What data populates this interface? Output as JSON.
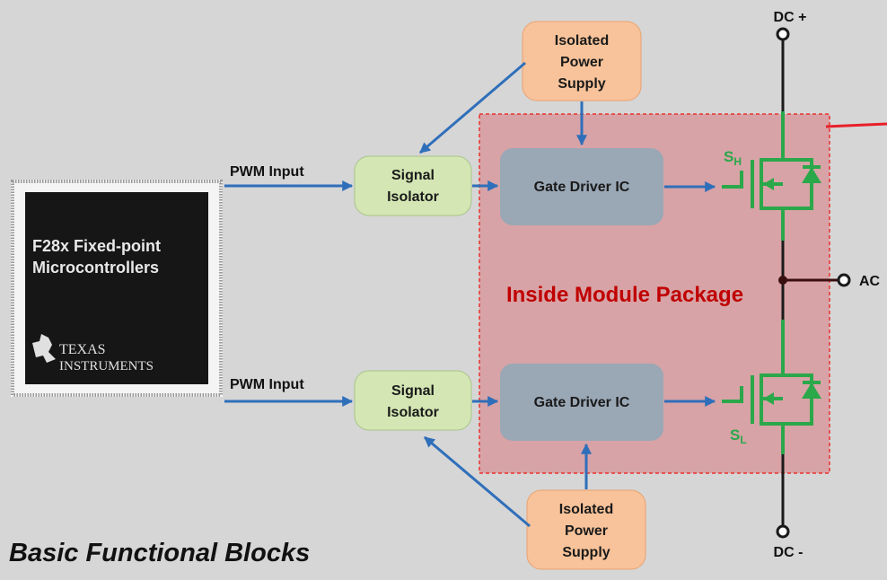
{
  "colors": {
    "background": "#d6d6d6",
    "module_fill": "#d7a3a6",
    "module_border": "#e8322f",
    "module_label": "#c00000",
    "arrow": "#2f6fba",
    "isolator_fill": "#d3e6b3",
    "power_fill": "#f8c39a",
    "gate_fill": "#9aa7b5",
    "mosfet": "#2aa84a",
    "wire": "#1a1a1a",
    "ac_wire": "#3a0f0f",
    "red_wire": "#e8202a"
  },
  "chip": {
    "line1": "F28x Fixed-point",
    "line2": "Microcontrollers",
    "brand_line1": "TEXAS",
    "brand_line2": "INSTRUMENTS",
    "logo": "texas-instruments-logo"
  },
  "labels": {
    "pwm_top": "PWM Input",
    "pwm_bottom": "PWM Input",
    "isolator_top": [
      "Signal",
      "Isolator"
    ],
    "isolator_bottom": [
      "Signal",
      "Isolator"
    ],
    "gate_top": "Gate Driver IC",
    "gate_bottom": "Gate Driver IC",
    "power_top": [
      "Isolated",
      "Power",
      "Supply"
    ],
    "power_bottom": [
      "Isolated",
      "Power",
      "Supply"
    ],
    "module": "Inside Module Package",
    "dc_plus": "DC +",
    "dc_minus": "DC -",
    "ac": "AC",
    "sh_main": "S",
    "sh_sub": "H",
    "sl_main": "S",
    "sl_sub": "L"
  },
  "footer": "Basic Functional Blocks"
}
